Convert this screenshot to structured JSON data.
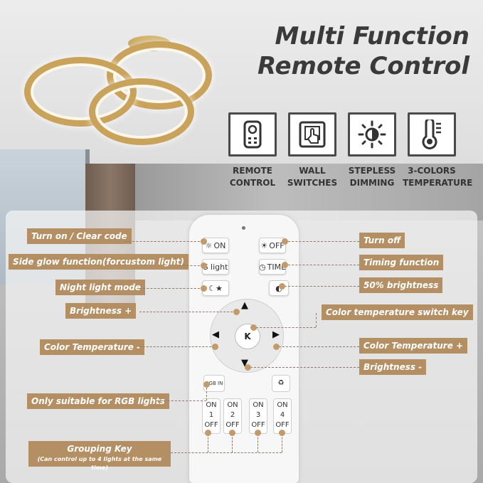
{
  "title": {
    "line1": "Multi Function",
    "line2": "Remote Control"
  },
  "features": [
    {
      "icon": "remote-icon",
      "line1": "REMOTE",
      "line2": "CONTROL"
    },
    {
      "icon": "wall-switch-icon",
      "line1": "WALL",
      "line2": "SWITCHES"
    },
    {
      "icon": "sun-dimming-icon",
      "line1": "STEPLESS",
      "line2": "DIMMING"
    },
    {
      "icon": "thermometer-icon",
      "line1": "3-COLORS",
      "line2": "TEMPERATURE"
    }
  ],
  "remote": {
    "on": "ON",
    "off": "OFF",
    "slight": "S light",
    "time": "TIME",
    "k": "K",
    "rgb": "RGB IN",
    "groups": [
      {
        "on": "ON",
        "num": "1",
        "off": "OFF"
      },
      {
        "on": "ON",
        "num": "2",
        "off": "OFF"
      },
      {
        "on": "ON",
        "num": "3",
        "off": "OFF"
      },
      {
        "on": "ON",
        "num": "4",
        "off": "OFF"
      }
    ]
  },
  "callouts": {
    "turn_on": "Turn on / Clear code",
    "side_glow": "Side glow function(forcustom light)",
    "night_light": "Night light mode",
    "brightness_plus": "Brightness +",
    "color_temp_minus": "Color Temperature -",
    "rgb_only": "Only suitable for RGB lights",
    "grouping": "Grouping Key",
    "grouping_sub": "(Can control up to 4 lights at the same time)",
    "turn_off": "Turn off",
    "timing": "Timing function",
    "half_brightness": "50% brightness",
    "ct_switch": "Color temperature switch key",
    "color_temp_plus": "Color Temperature +",
    "brightness_minus": "Brightness -"
  },
  "colors": {
    "label_bg": "#b48f63",
    "accent_gold": "#c9a35c",
    "title": "#3a3a3a"
  }
}
